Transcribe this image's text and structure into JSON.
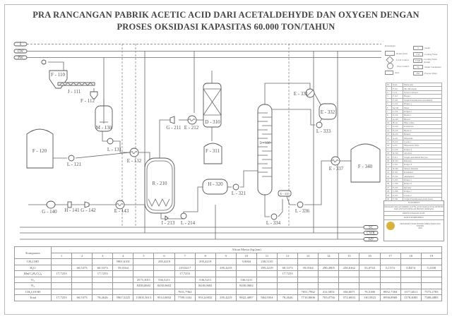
{
  "title": {
    "line1": "PRA RANCANGAN PABRIK ACETIC ACID DARI ACETALDEHYDE DAN OXYGEN DENGAN",
    "line2": "PROSES OKSIDASI KAPASITAS 60.000 TON/TAHUN"
  },
  "utilities_top": [
    "S",
    "CW",
    "PW"
  ],
  "utilities_bottom": [
    "SC",
    "CWR",
    "WP"
  ],
  "equipment_labels": {
    "F110": "F - 110",
    "J111": "J - 111",
    "F112": "F - 112",
    "M130": "M - 130",
    "F120": "F - 120",
    "L121": "L - 121",
    "L131": "L - 131",
    "E132": "E - 132",
    "G140": "G - 140",
    "H141": "H - 141",
    "G142": "G - 142",
    "E143": "E - 143",
    "R210": "R - 210",
    "G211": "G - 211",
    "E212": "E - 212",
    "I213": "I - 213",
    "L214": "L - 214",
    "D310": "D - 310",
    "F311": "F - 311",
    "H320": "H - 320",
    "L321": "L - 321",
    "D330": "D - 330",
    "E331": "E - 331",
    "E332": "E - 332",
    "L333": "L - 333",
    "L334": "L - 334",
    "E335": "E - 335",
    "L336": "L - 336",
    "E337": "E - 337",
    "F340": "F - 340"
  },
  "mass_table": {
    "header_component": "Komponen",
    "header_flow": "Aliran Massa (kg/jam)",
    "streams": [
      "1",
      "2",
      "3",
      "4",
      "5",
      "6",
      "7",
      "8",
      "9",
      "10",
      "11",
      "12",
      "13",
      "14",
      "15",
      "16",
      "17",
      "18",
      "19"
    ],
    "rows": [
      {
        "component": "CH₃CHO",
        "values": [
          "",
          "",
          "",
          "5901,6101",
          "",
          "295,4219",
          "",
          "295,4219",
          "",
          "5,9004",
          "238,5135",
          "",
          "",
          "",
          "",
          "",
          "",
          "",
          ""
        ]
      },
      {
        "component": "H₂O",
        "values": [
          "",
          "60,5373",
          "60,5373",
          "59,0164",
          "",
          "",
          "119,6217",
          "",
          "295,4219",
          "",
          "295,4219",
          "60,5373",
          "59,0164",
          "290,4905",
          "236,6162",
          "53,0743",
          "6,1574",
          "0,8474",
          "5,2100"
        ]
      },
      {
        "component": "Mn(C₂H₃O₂)₂",
        "values": [
          "17,7253",
          "",
          "17,7253",
          "",
          "",
          "",
          "17,7253",
          "",
          "",
          "",
          "",
          "17,7253",
          "",
          "",
          "",
          "",
          "",
          "",
          ""
        ]
      },
      {
        "component": "O₂",
        "values": [
          "",
          "",
          "",
          "",
          "2575,3011",
          "536,5211",
          "",
          "536,5211",
          "",
          "536,5211",
          "",
          "",
          "",
          "",
          "",
          "",
          "",
          "",
          ""
        ]
      },
      {
        "component": "N₂",
        "values": [
          "",
          "",
          "",
          "",
          "8430,0602",
          "8430,0602",
          "",
          "8430,0602",
          "",
          "8430,0602",
          "",
          "",
          "",
          "",
          "",
          "",
          "",
          "",
          ""
        ]
      },
      {
        "component": "CH₃COOH",
        "values": [
          "",
          "",
          "",
          "",
          "",
          "",
          "7651,7962",
          "",
          "",
          "",
          "",
          "",
          "7651,7962",
          "412,5851",
          "336,0671",
          "76,5180",
          "8952,7394",
          "1377,4611",
          "7575,2783"
        ]
      },
      {
        "component": "Total",
        "values": [
          "17,7253",
          "60,5373",
          "78,2626",
          "5967,5225",
          "11005,3613",
          "9512,0032",
          "7789,1432",
          "9512,0032",
          "295,4219",
          "9022,4097",
          "584,9354",
          "78,2626",
          "7710,8006",
          "703,0756",
          "572,6833",
          "130,5923",
          "8958,8969",
          "1378,4085",
          "7580,4883"
        ]
      }
    ]
  },
  "legend": {
    "title": "Keterangan",
    "symbols": [
      "Nomor Arus",
      "Level Control",
      "Flow Control",
      "Arus"
    ],
    "utilities": [
      {
        "code": "S",
        "name": "Steam"
      },
      {
        "code": "CW",
        "name": "Cooling Water"
      },
      {
        "code": "CWR",
        "name": "Cooling Water Return"
      },
      {
        "code": "SC",
        "name": "Steam Condensate"
      },
      {
        "code": "PW",
        "name": "Process Water"
      }
    ]
  },
  "equipment_list": {
    "headers": [
      "No",
      "Kode",
      "Nama Alat"
    ],
    "items": [
      [
        "1",
        "F-110",
        "Silo Mn Asetat"
      ],
      [
        "2",
        "J-111",
        "Screw Conveyor"
      ],
      [
        "3",
        "F-112",
        "Hopper"
      ],
      [
        "4",
        "F-120",
        "Tangki Penyimpanan Asetaldehid"
      ],
      [
        "5",
        "L-121",
        "Pompa-1"
      ],
      [
        "6",
        "M-130",
        "Mixer"
      ],
      [
        "7",
        "L-131",
        "Pompa-2"
      ],
      [
        "8",
        "E-132",
        "Heater-1"
      ],
      [
        "9",
        "G-140",
        "Blower"
      ],
      [
        "10",
        "H-141",
        "Filter Udara"
      ],
      [
        "11",
        "G-142",
        "Kompresor"
      ],
      [
        "12",
        "E-143",
        "Heater-2"
      ],
      [
        "13",
        "R-210",
        "Reaktor"
      ],
      [
        "14",
        "G-211",
        "Ekspander"
      ],
      [
        "15",
        "E-212",
        "Cooler-1"
      ],
      [
        "16",
        "I-213",
        "Ekspansion Valve"
      ],
      [
        "17",
        "L-214",
        "Pompa-3"
      ],
      [
        "18",
        "D-310",
        "Absorber"
      ],
      [
        "19",
        "F-311",
        "Tangki Asetaldehid Recycle"
      ],
      [
        "20",
        "H-320",
        "Dekanter"
      ],
      [
        "21",
        "L-321",
        "Pompa-4"
      ],
      [
        "22",
        "D-330",
        "Menara Distilasi"
      ],
      [
        "23",
        "E-331",
        "Kondensor"
      ],
      [
        "24",
        "E-332",
        "Akumulator"
      ],
      [
        "25",
        "L-333",
        "Pompa-5"
      ],
      [
        "26",
        "L-334",
        "Pompa-6"
      ],
      [
        "27",
        "E-335",
        "Reboiler"
      ],
      [
        "28",
        "L-336",
        "Pompa-7"
      ],
      [
        "29",
        "E-337",
        "Cooler-2"
      ],
      [
        "30",
        "F-340",
        "Tangki Penyimpanan Asam Asetat"
      ]
    ]
  },
  "title_block": {
    "heading": "FLOWSHEET",
    "project": "PRA RANCANGAN PABRIK ACETIC ACID DARI ACETALDEHYDE DAN OXYGEN DENGAN PROSES OKSIDASI",
    "designed_by": "DIRENCANAKAN OLEH:",
    "advisor": "DOSEN PEMBIMBING:",
    "department": "PROGRAM STUDI TEKNIK KIMIA FAKULTAS TEKNIK",
    "year": "2020"
  }
}
